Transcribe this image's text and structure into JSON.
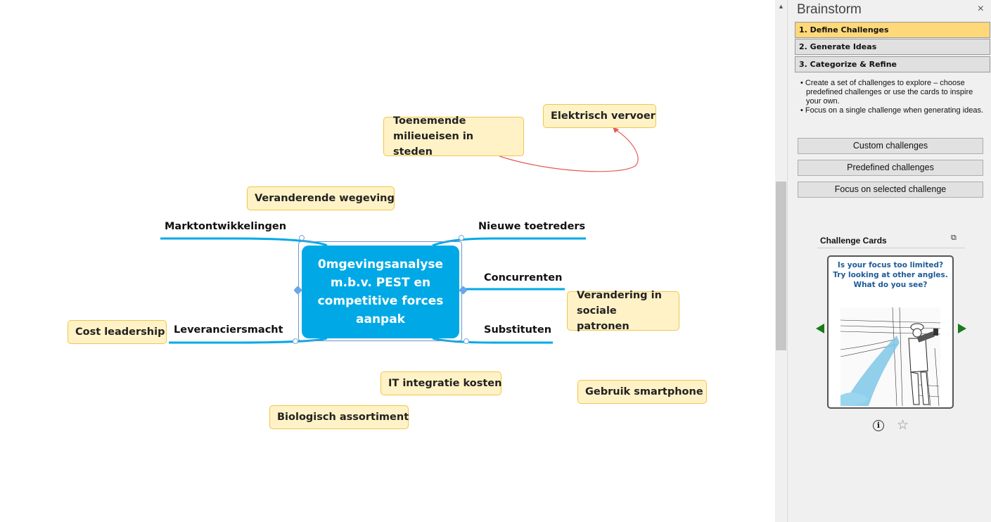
{
  "mindmap": {
    "central_topic": "0mgevingsanalyse m.b.v. PEST en competitive forces aanpak",
    "branches": {
      "top_left": "Marktontwikkelingen",
      "bottom_left": "Leveranciersmacht",
      "top_right": "Nieuwe toetreders",
      "mid_right": "Concurrenten",
      "bottom_right": "Substituten"
    },
    "floating_topics": {
      "elektrisch": "Elektrisch vervoer",
      "toenemende": "Toenemende milieueisen  in steden",
      "veranderende": "Veranderende wegeving",
      "verandering": "Verandering in sociale patronen",
      "cost": "Cost leadership",
      "it": "IT integratie kosten",
      "smartphone": "Gebruik smartphone",
      "biologisch": "Biologisch assortiment"
    },
    "colors": {
      "central": "#00a9e6",
      "branch_line": "#00a9e6",
      "note_fill": "#fff2c6",
      "note_border": "#f0c64a",
      "relationship": "#e55b5b"
    }
  },
  "scrollbar": {
    "up_icon": "▲"
  },
  "panel": {
    "title": "Brainstorm",
    "close_icon": "×",
    "steps": [
      {
        "label": "1. Define Challenges",
        "active": true
      },
      {
        "label": "2. Generate Ideas",
        "active": false
      },
      {
        "label": "3. Categorize & Refine",
        "active": false
      }
    ],
    "description": [
      "• Create a set of challenges to explore – choose predefined challenges or use the cards to inspire your own.",
      "• Focus on a single challenge when generating ideas."
    ],
    "buttons": {
      "custom": "Custom challenges",
      "predefined": "Predefined challenges",
      "focus": "Focus on selected challenge"
    },
    "challenge_cards": {
      "title": "Challenge Cards",
      "popout_icon": "⧉",
      "card_text": "Is your focus too limited? Try looking at other angles. What do you see?",
      "card_image": "man-with-telescope-illustration",
      "info_icon": "i",
      "star_icon": "☆"
    }
  }
}
